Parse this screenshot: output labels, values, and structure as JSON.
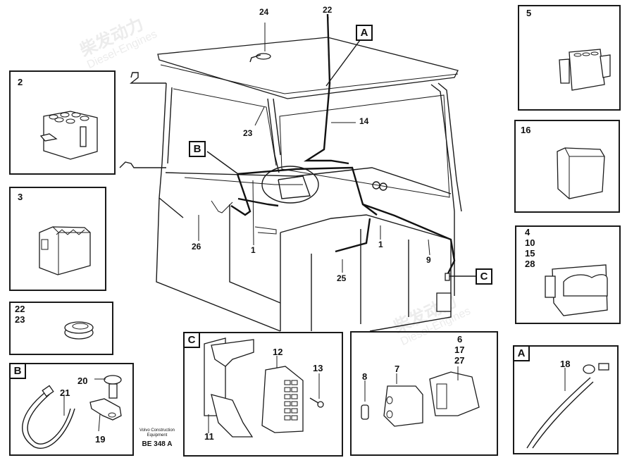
{
  "watermark": {
    "cn": "柴发动力",
    "en": "Diesel-Engines"
  },
  "footer": {
    "maker_line1": "Volvo Construction",
    "maker_line2": "Equipment",
    "drawing_code": "BE 348 A"
  },
  "main_callouts": {
    "c24": "24",
    "c22": "22",
    "cA": "A",
    "c14": "14",
    "c23": "23",
    "cB": "B",
    "c26": "26",
    "c1a": "1",
    "c1b": "1",
    "c9": "9",
    "c25": "25",
    "cC": "C"
  },
  "panels": {
    "p2": {
      "labels": [
        "2"
      ]
    },
    "p3": {
      "labels": [
        "3"
      ]
    },
    "p22_23": {
      "labels": [
        "22",
        "23"
      ]
    },
    "pB": {
      "letter": "B",
      "callouts": {
        "c20": "20",
        "c21": "21",
        "c19": "19"
      }
    },
    "pC": {
      "letter": "C",
      "callouts": {
        "c12": "12",
        "c13": "13",
        "c11": "11"
      }
    },
    "p6": {
      "labels": [
        "6",
        "17",
        "27"
      ],
      "callouts": {
        "c8": "8",
        "c7": "7"
      }
    },
    "pA": {
      "letter": "A",
      "callouts": {
        "c18": "18"
      }
    },
    "p5": {
      "labels": [
        "5"
      ]
    },
    "p16": {
      "labels": [
        "16"
      ]
    },
    "p4": {
      "labels": [
        "4",
        "10",
        "15",
        "28"
      ]
    }
  },
  "colors": {
    "line": "#1a1a1a",
    "watermark": "#ececec"
  }
}
